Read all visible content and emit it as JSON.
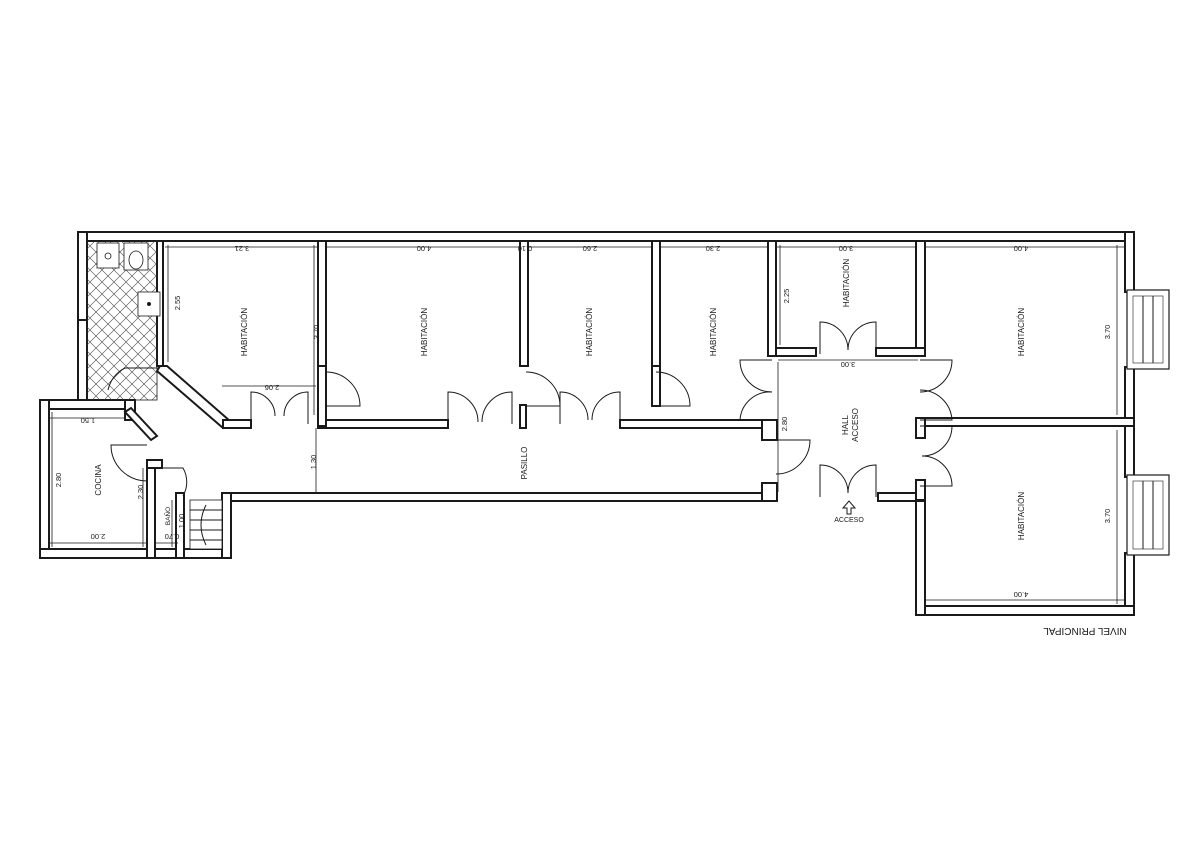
{
  "plan": {
    "title": "NIVEL PRINCIPAL",
    "access_label": "ACCESO",
    "rooms": {
      "hab1": "HABITACIÓN",
      "hab2": "HABITACIÓN",
      "hab3": "HABITACIÓN",
      "hab4": "HABITACIÓN",
      "hab5": "HABITACIÓN",
      "hab6": "HABITACIÓN",
      "hab7": "HABITACIÓN",
      "hall_1": "HALL",
      "hall_2": "ACCESO",
      "pasillo": "PASILLO",
      "cocina": "COCINA",
      "bano": "BAÑO"
    },
    "dimensions": {
      "top_hab1": "3.21",
      "top_hab2": "4.00",
      "top_sep": "0.10",
      "top_hab3": "2.60",
      "top_hab4": "2.30",
      "top_hab5": "3.00",
      "top_hab6": "4.00",
      "bath_depth": "2.55",
      "room_depth": "3.70",
      "hab5_depth": "2.25",
      "hab5_lower": "3.00",
      "hab6_depth": "3.70",
      "hab7_depth": "3.70",
      "hab7_width": "4.00",
      "diag": "2.06",
      "pasillo_w": "1.30",
      "hall_h": "2.80",
      "cocina_w": "1.50",
      "cocina_h": "2.80",
      "cocina_bottom": "2.00",
      "cocina_side": "2.30",
      "bano_h": "1.00",
      "bano_w": "0.70"
    }
  }
}
